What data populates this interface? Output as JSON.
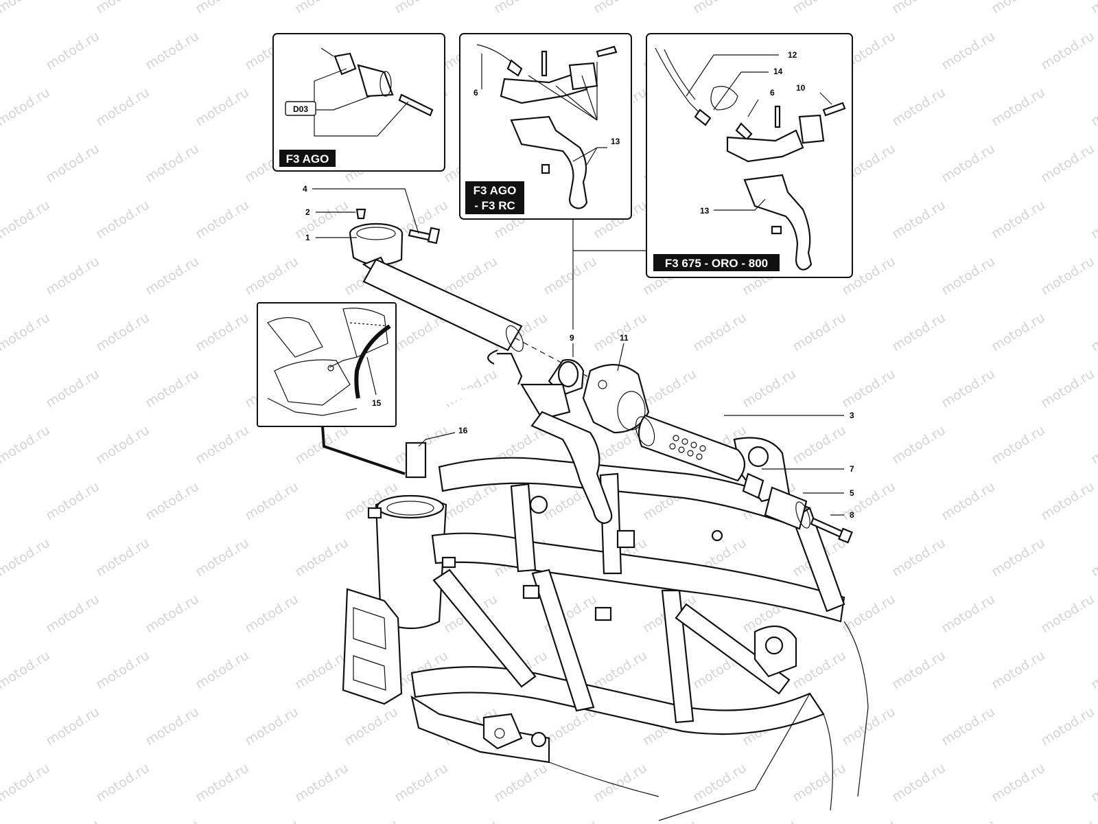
{
  "watermark": {
    "text": "motod.ru"
  },
  "insets": {
    "bar_end": {
      "label": "F3 AGO",
      "ref_code": "D03"
    },
    "lever_rc": {
      "label_line1": "F3 AGO",
      "label_line2": "- F3 RC"
    },
    "lever_oro": {
      "label": "F3 675 - ORO - 800"
    }
  },
  "callouts": [
    {
      "id": "1",
      "label": "1"
    },
    {
      "id": "2",
      "label": "2"
    },
    {
      "id": "3",
      "label": "3"
    },
    {
      "id": "4",
      "label": "4"
    },
    {
      "id": "5",
      "label": "5"
    },
    {
      "id": "6a",
      "label": "6"
    },
    {
      "id": "6b",
      "label": "6"
    },
    {
      "id": "7",
      "label": "7"
    },
    {
      "id": "8",
      "label": "8"
    },
    {
      "id": "9",
      "label": "9"
    },
    {
      "id": "10",
      "label": "10"
    },
    {
      "id": "11",
      "label": "11"
    },
    {
      "id": "12",
      "label": "12"
    },
    {
      "id": "13a",
      "label": "13"
    },
    {
      "id": "13b",
      "label": "13"
    },
    {
      "id": "14",
      "label": "14"
    },
    {
      "id": "15",
      "label": "15"
    },
    {
      "id": "16",
      "label": "16"
    }
  ]
}
